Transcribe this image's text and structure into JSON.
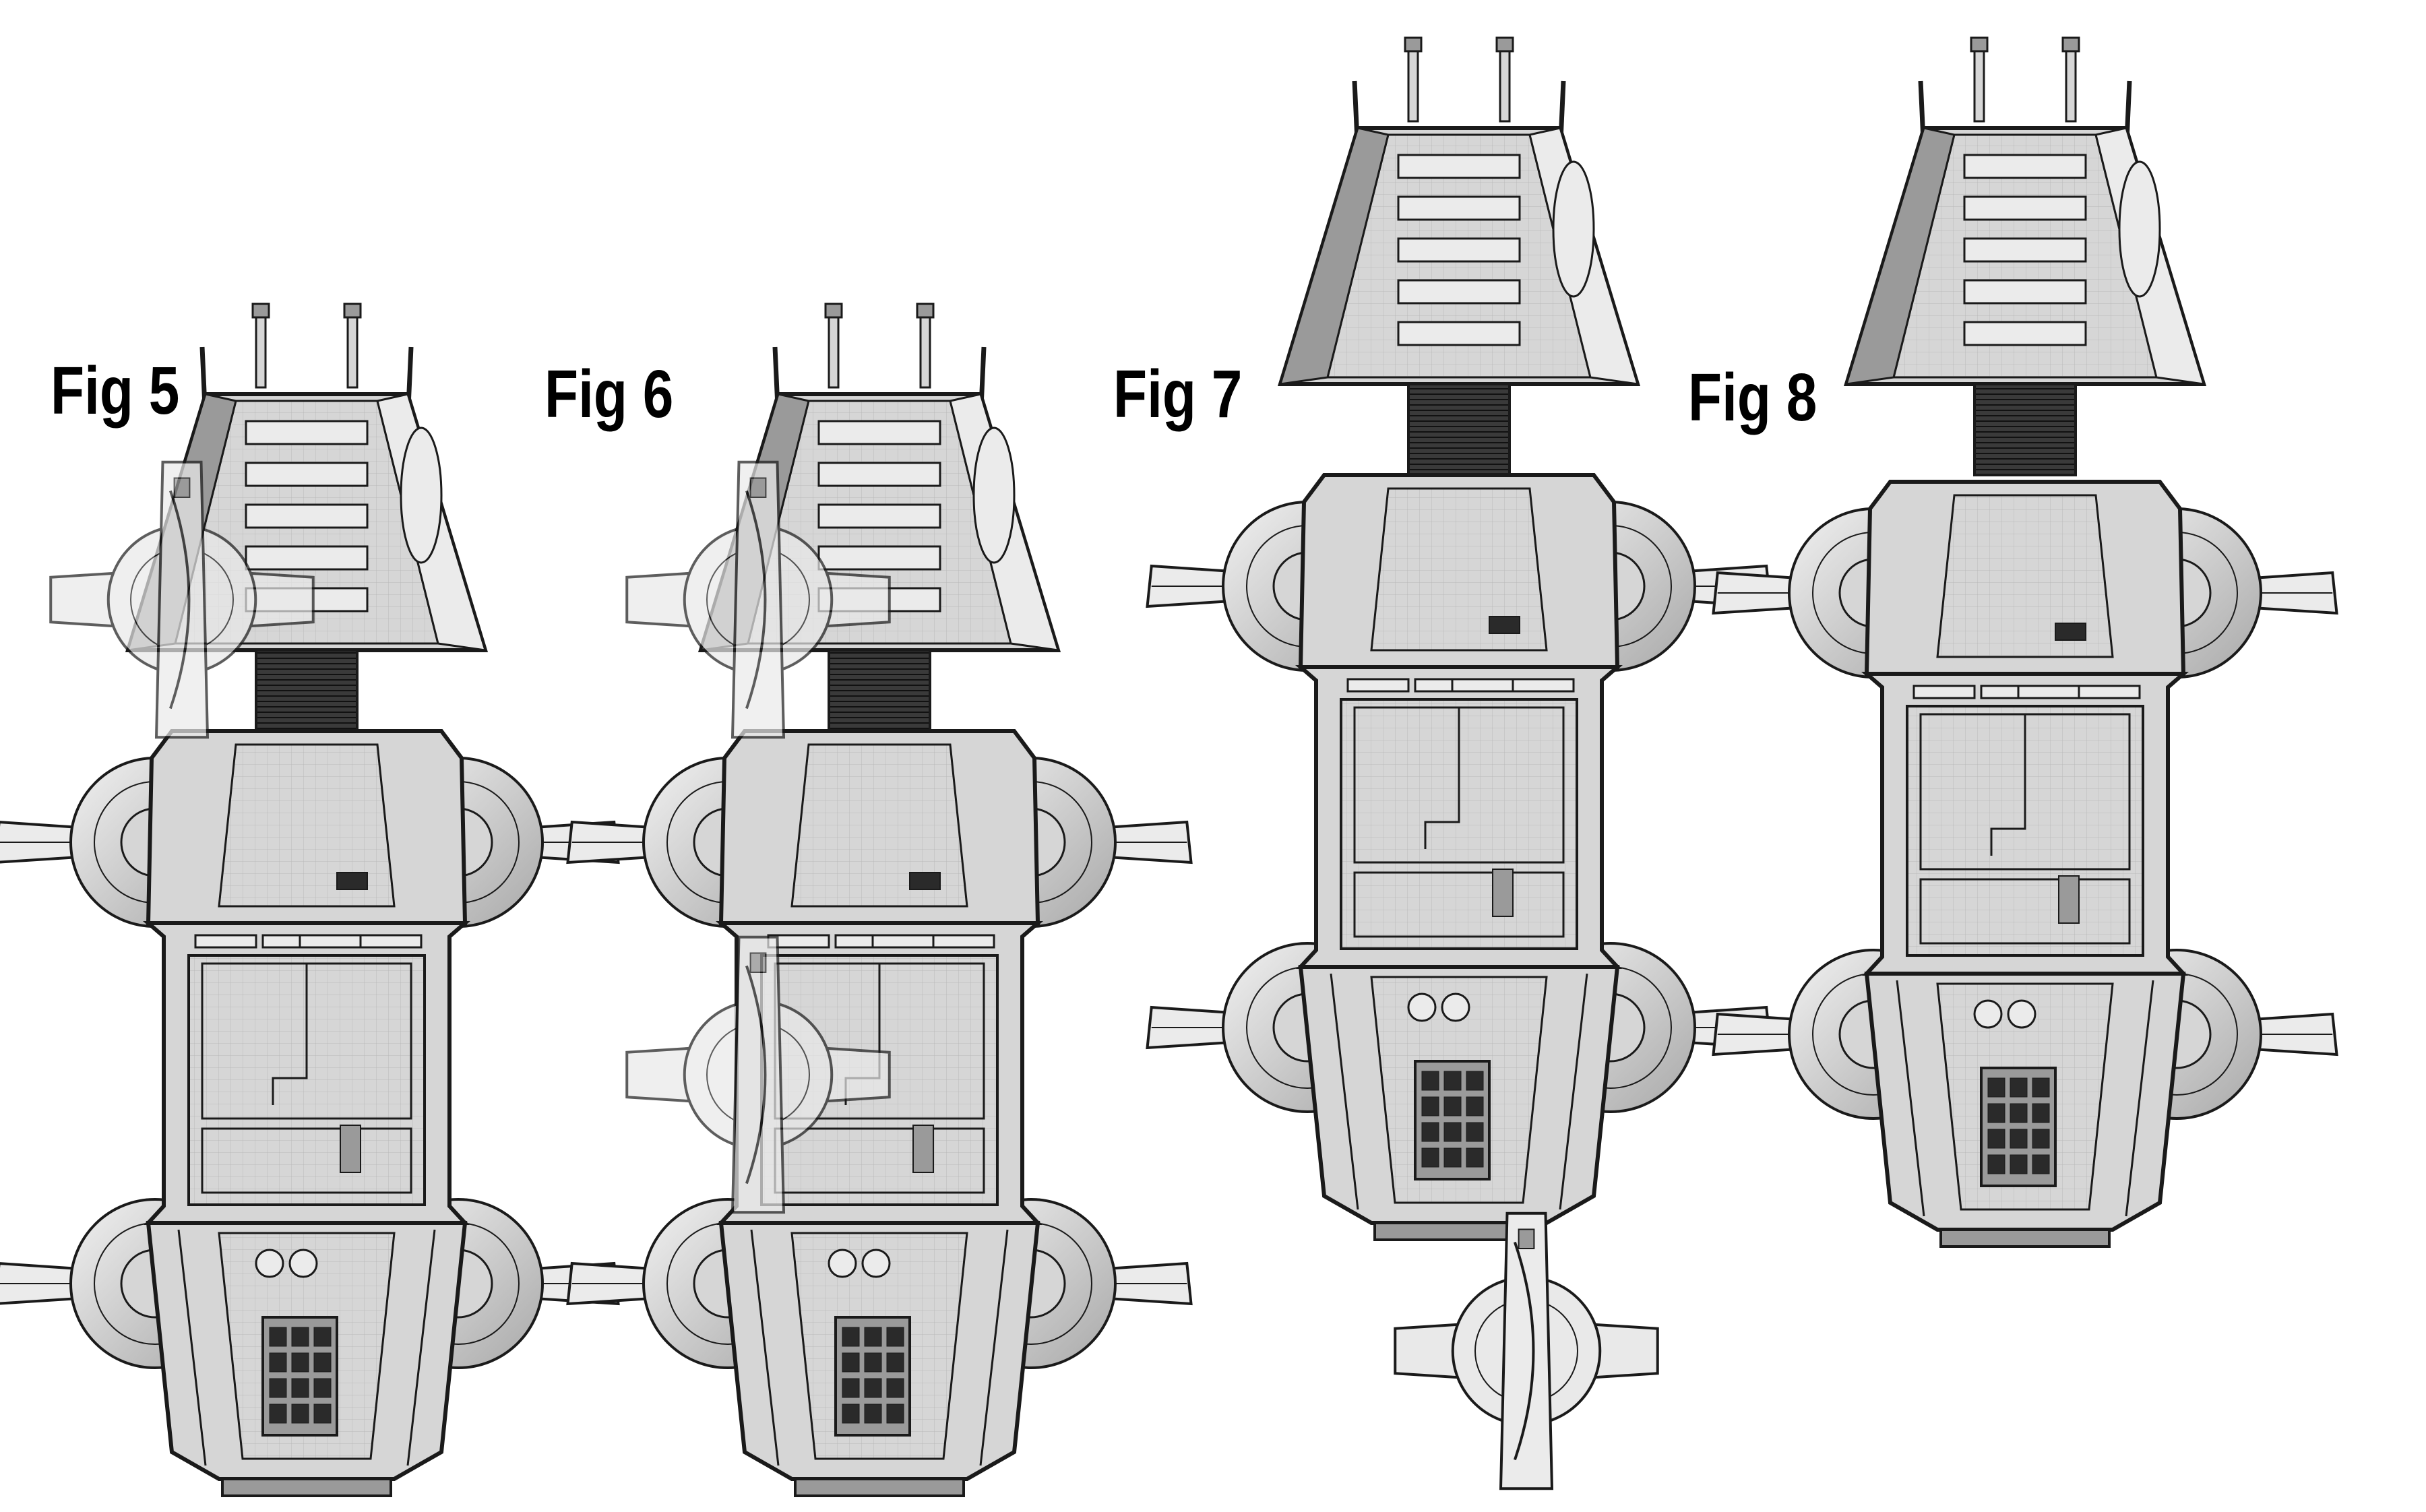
{
  "figures": [
    {
      "label": "Fig 5"
    },
    {
      "label": "Fig 6"
    },
    {
      "label": "Fig 7"
    },
    {
      "label": "Fig 8"
    }
  ],
  "colors": {
    "background": "#ffffff",
    "hull": "#d6d6d6",
    "hull_light": "#ebebeb",
    "hull_dark": "#9a9a9a",
    "line": "#1a1a1a",
    "neck": "#2a2a2a",
    "ghost": "#e9e9e9"
  },
  "icons": [
    "starship-icon",
    "detached-pod-icon"
  ]
}
